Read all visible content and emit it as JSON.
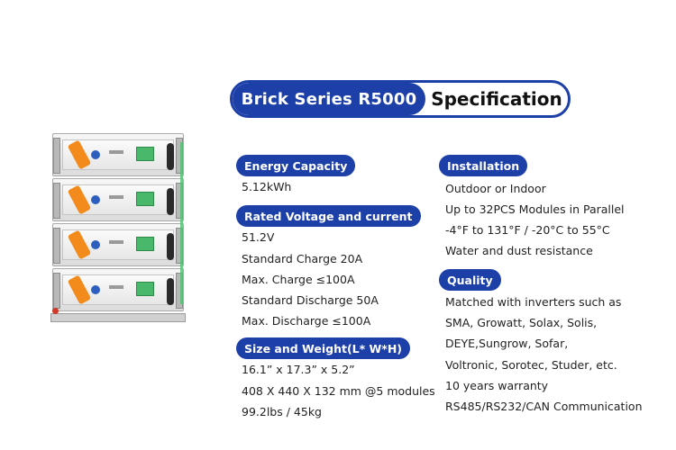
{
  "header": {
    "product": "Brick Series R5000",
    "suffix": "Specification"
  },
  "colors": {
    "accent": "#1c3fa8",
    "text": "#222222",
    "background": "#ffffff"
  },
  "image": {
    "icon": "battery-rack-illustration"
  },
  "sections": {
    "energy": {
      "title": "Energy Capacity",
      "lines": [
        "5.12kWh"
      ]
    },
    "voltage": {
      "title": "Rated Voltage and current",
      "lines": [
        "51.2V",
        "Standard Charge 20A",
        "Max. Charge ≤100A",
        "Standard Discharge 50A",
        "Max. Discharge ≤100A"
      ]
    },
    "size": {
      "title": "Size and Weight(L* W*H)",
      "lines": [
        "16.1” x 17.3” x 5.2”",
        "408 X 440 X 132 mm  @5 modules",
        "99.2lbs / 45kg"
      ]
    },
    "installation": {
      "title": "Installation",
      "lines": [
        "Outdoor or Indoor",
        "Up to 32PCS Modules in Parallel",
        "-4°F to 131°F / -20°C to 55°C",
        "Water and dust resistance"
      ]
    },
    "quality": {
      "title": "Quality",
      "lines": [
        "Matched with inverters such as",
        "SMA, Growatt, Solax, Solis,",
        "DEYE,Sungrow, Sofar,",
        "Voltronic, Sorotec, Studer, etc.",
        "10 years warranty",
        "RS485/RS232/CAN Communication"
      ]
    }
  }
}
